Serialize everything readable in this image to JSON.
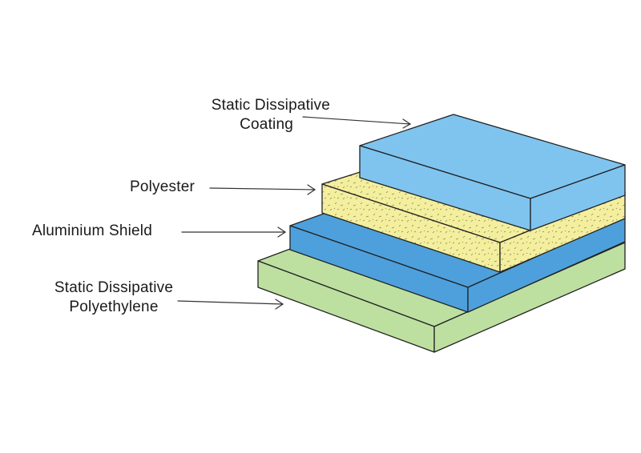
{
  "labels": {
    "coating": {
      "line1": "Static Dissipative",
      "line2": "Coating"
    },
    "polyester": "Polyester",
    "aluminium": "Aluminium Shield",
    "polyethylene": {
      "line1": "Static Dissipative",
      "line2": "Polyethylene"
    }
  },
  "layers": [
    {
      "id": "coating",
      "name": "Static Dissipative Coating",
      "color": "#7fc4ef"
    },
    {
      "id": "polyester",
      "name": "Polyester",
      "color": "#f4ef9e"
    },
    {
      "id": "aluminium",
      "name": "Aluminium Shield",
      "color": "#4ea0dc"
    },
    {
      "id": "polyethylene",
      "name": "Static Dissipative Polyethylene",
      "color": "#bde0a0"
    }
  ]
}
